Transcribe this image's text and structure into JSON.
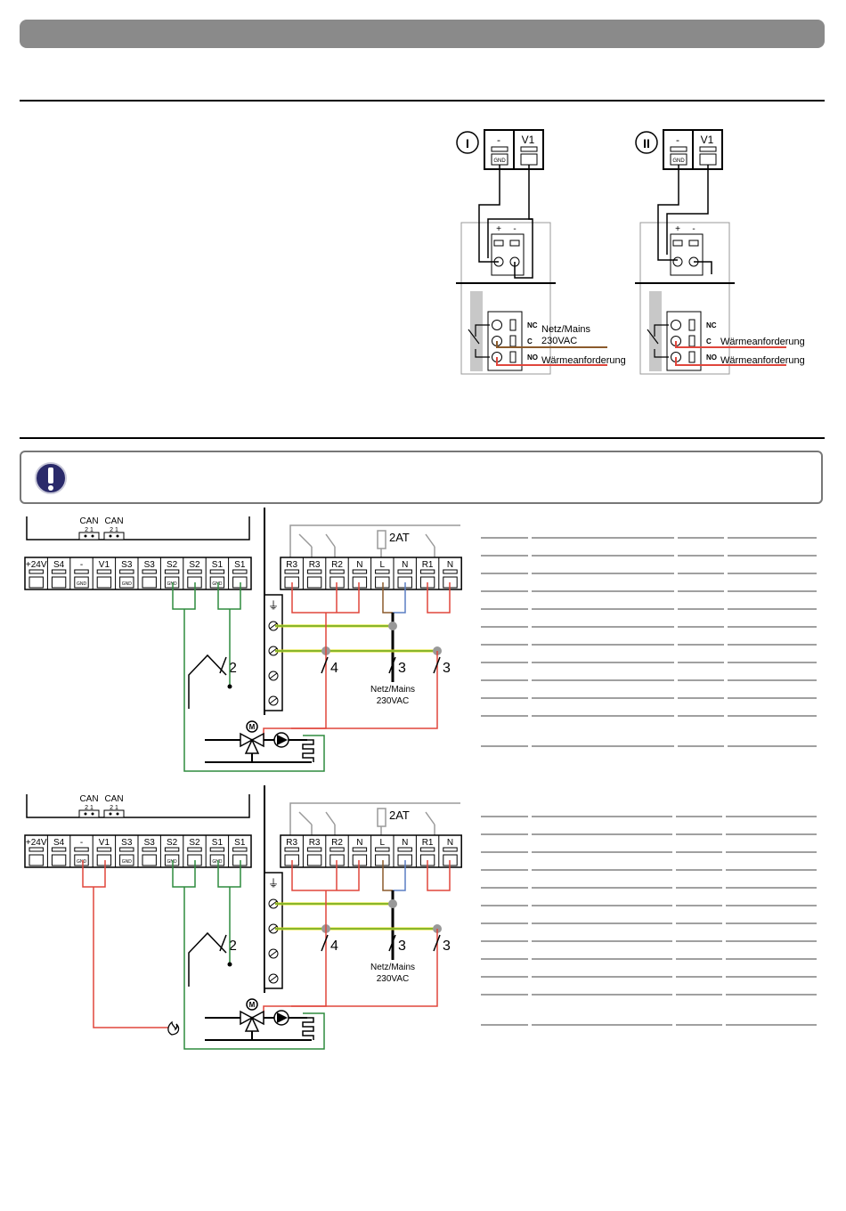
{
  "relay": {
    "variant_1": {
      "number": "I",
      "term_minus": "-",
      "term_v1": "V1",
      "gnd": "GND",
      "plus": "+",
      "minus": "-",
      "nc": "NC",
      "c": "C",
      "no": "NO",
      "label_c": "Netz/Mains\n230VAC",
      "label_no": "Wärmeanforderung"
    },
    "variant_2": {
      "number": "II",
      "term_minus": "-",
      "term_v1": "V1",
      "gnd": "GND",
      "plus": "+",
      "minus": "-",
      "nc": "NC",
      "c": "C",
      "no": "NO",
      "label_c": "Wärmeanforderung",
      "label_no": "Wärmeanforderung"
    }
  },
  "controller": {
    "can_labels": [
      "CAN",
      "CAN"
    ],
    "can_pins": [
      "2 1",
      "2 1"
    ],
    "low_terminals": [
      "+24V",
      "S4",
      "-",
      "V1",
      "S3",
      "S3",
      "S2",
      "S2",
      "S1",
      "S1"
    ],
    "high_terminals": [
      "R3",
      "R3",
      "R2",
      "N",
      "L",
      "N",
      "R1",
      "N"
    ],
    "gnd": "GND",
    "fuse": "2AT",
    "mains_label": [
      "Netz/Mains",
      "230VAC"
    ],
    "wire_counts": [
      "2",
      "4",
      "3",
      "3"
    ]
  },
  "colors": {
    "red": "#e0463c",
    "green": "#2e8b3e",
    "yellow": "#e3e01a",
    "brown": "#8b5a2b",
    "blue": "#5b7fc4",
    "gray": "#9a9a9a",
    "header": "#8a8a8a",
    "note_icon": "#2a2a6a"
  }
}
